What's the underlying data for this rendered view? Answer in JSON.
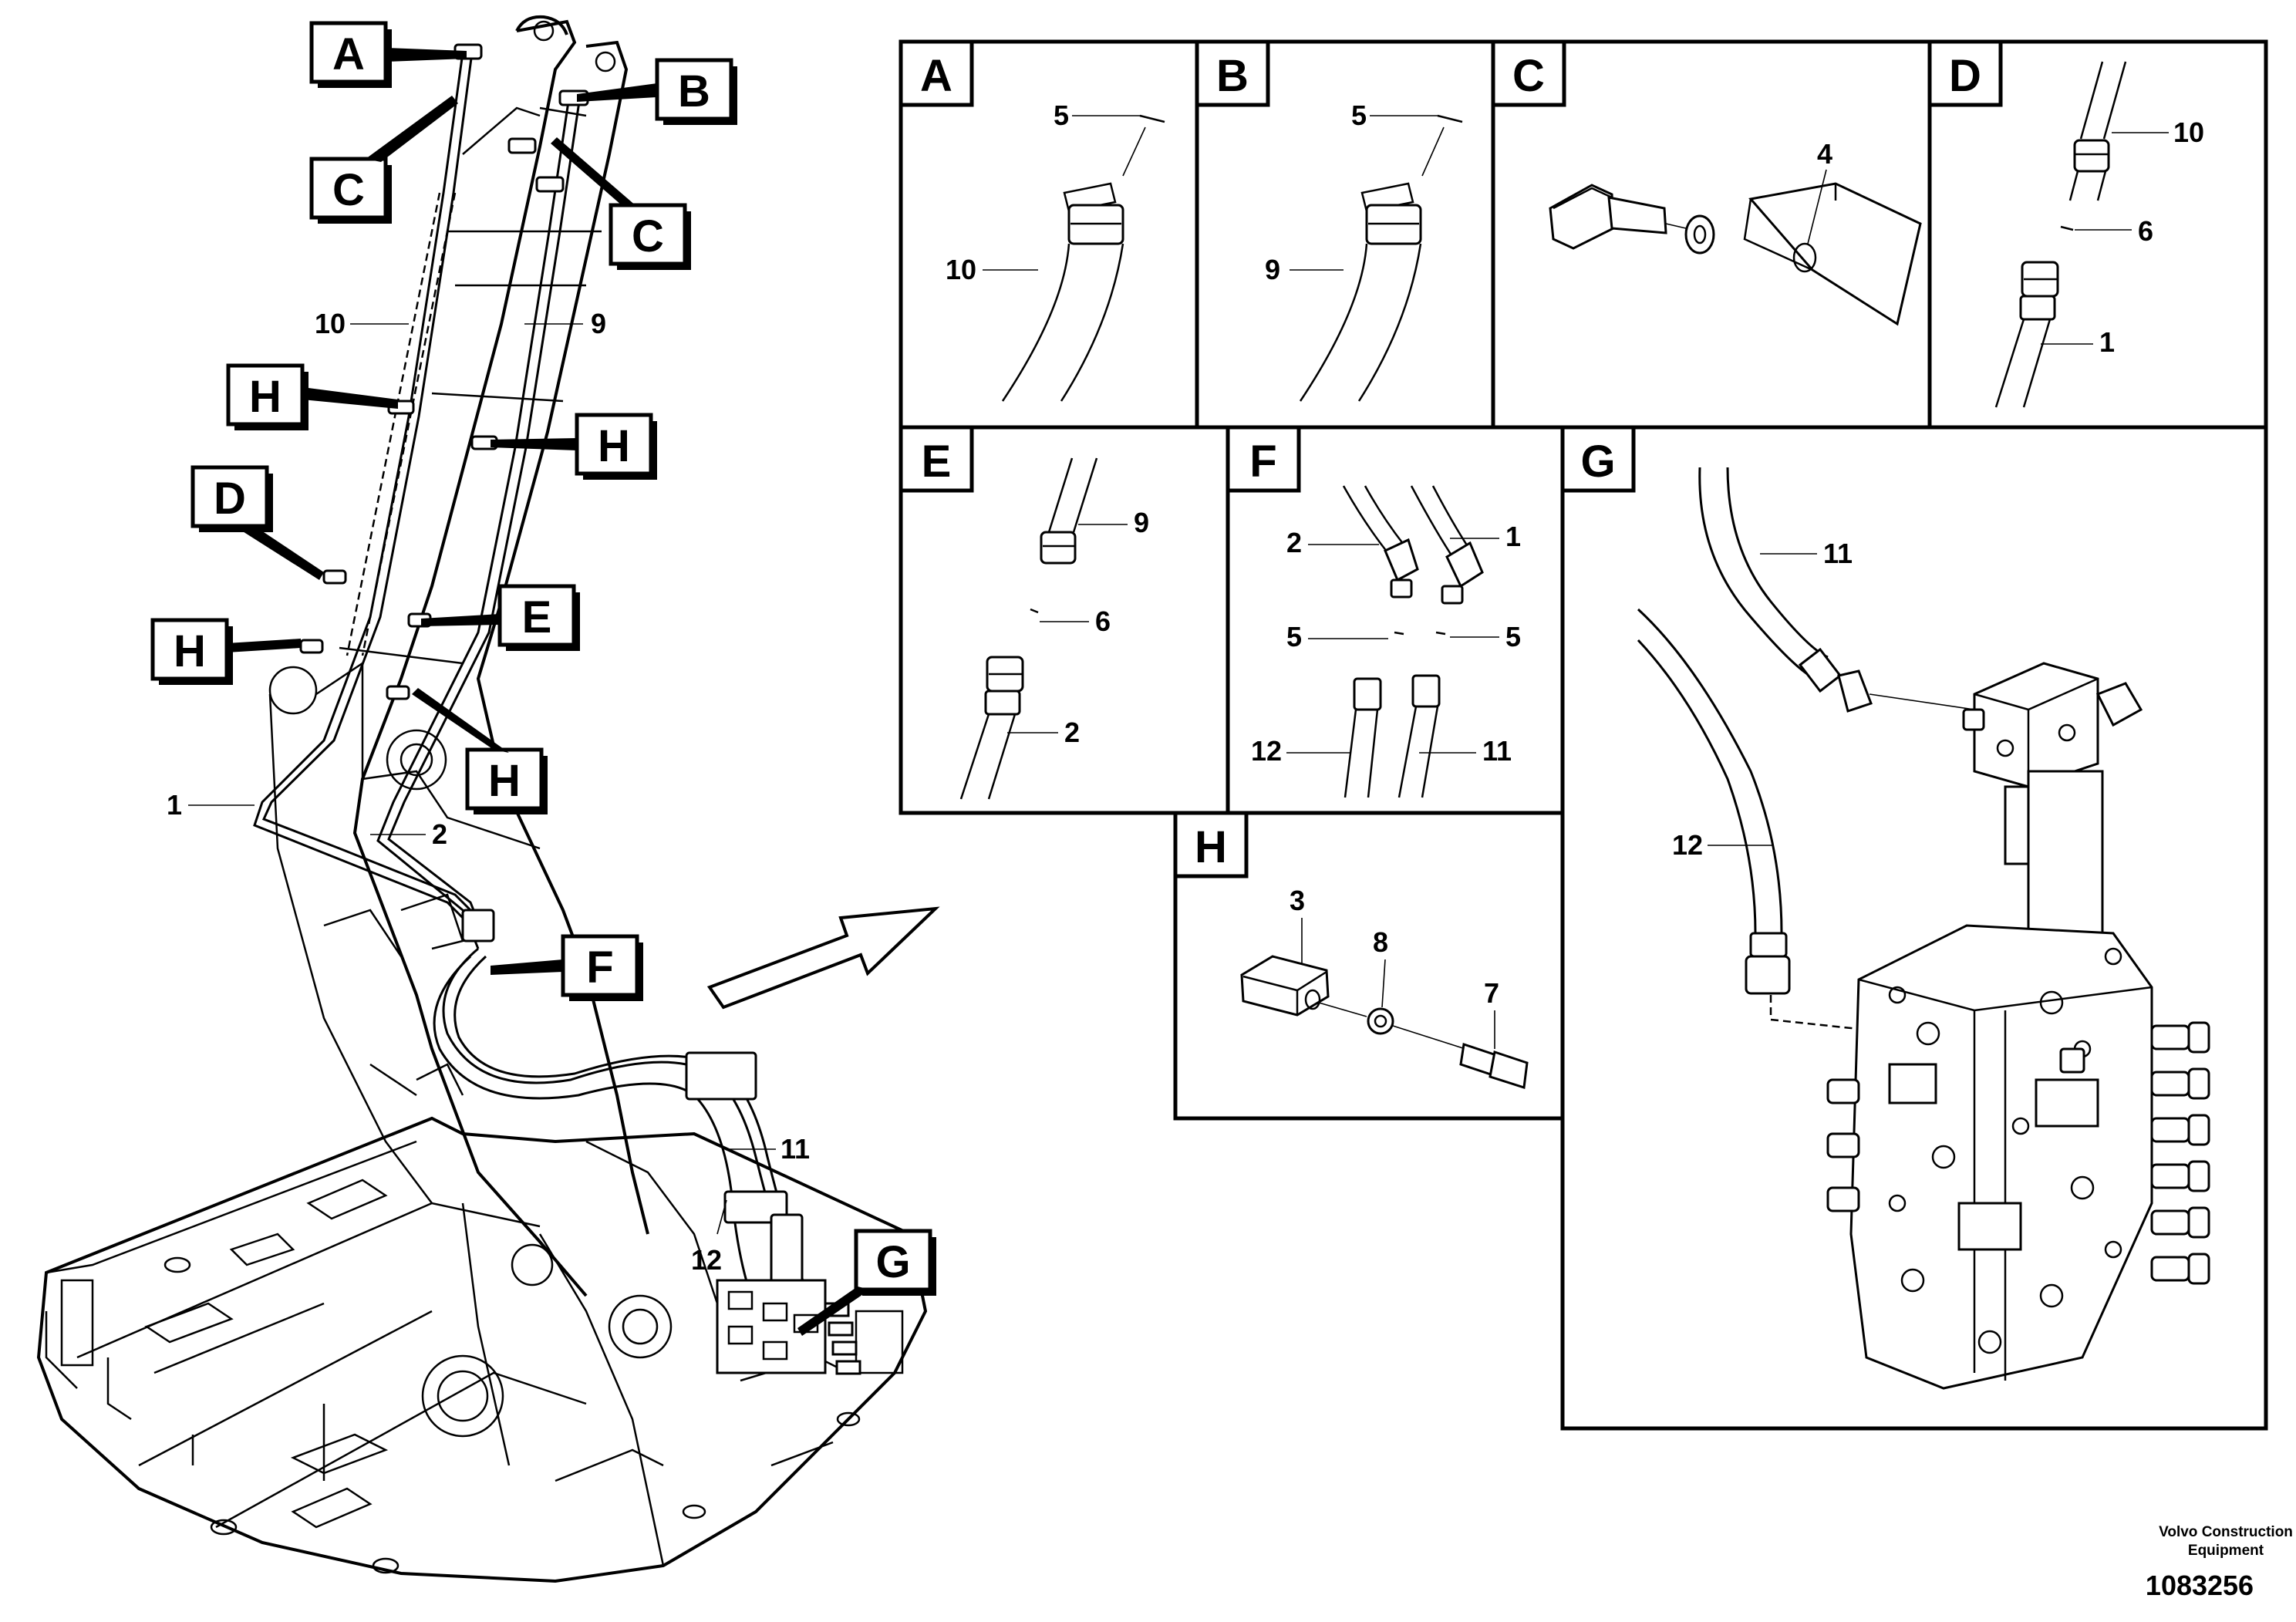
{
  "callouts": {
    "A": "A",
    "B": "B",
    "C1": "C",
    "C2": "C",
    "D": "D",
    "E": "E",
    "F": "F",
    "G": "G",
    "H1": "H",
    "H2": "H",
    "H3": "H",
    "H4": "H"
  },
  "main_numbers": {
    "n10": "10",
    "n9": "9",
    "n1": "1",
    "n2": "2",
    "n11": "11",
    "n12": "12"
  },
  "panels": {
    "A": {
      "letter": "A",
      "labels": {
        "n5": "5",
        "n10": "10"
      }
    },
    "B": {
      "letter": "B",
      "labels": {
        "n5": "5",
        "n9": "9"
      }
    },
    "C": {
      "letter": "C",
      "labels": {
        "n4": "4"
      }
    },
    "D": {
      "letter": "D",
      "labels": {
        "n10": "10",
        "n6": "6",
        "n1": "1"
      }
    },
    "E": {
      "letter": "E",
      "labels": {
        "n9": "9",
        "n6": "6",
        "n2": "2"
      }
    },
    "F": {
      "letter": "F",
      "labels": {
        "n2": "2",
        "n1": "1",
        "n5a": "5",
        "n5b": "5",
        "n12": "12",
        "n11": "11"
      }
    },
    "G": {
      "letter": "G",
      "labels": {
        "n11": "11",
        "n12": "12"
      }
    },
    "H": {
      "letter": "H",
      "labels": {
        "n3": "3",
        "n8": "8",
        "n7": "7"
      }
    }
  },
  "footer": {
    "company_line1": "Volvo Construction",
    "company_line2": "Equipment",
    "drawing_number": "1083256"
  }
}
